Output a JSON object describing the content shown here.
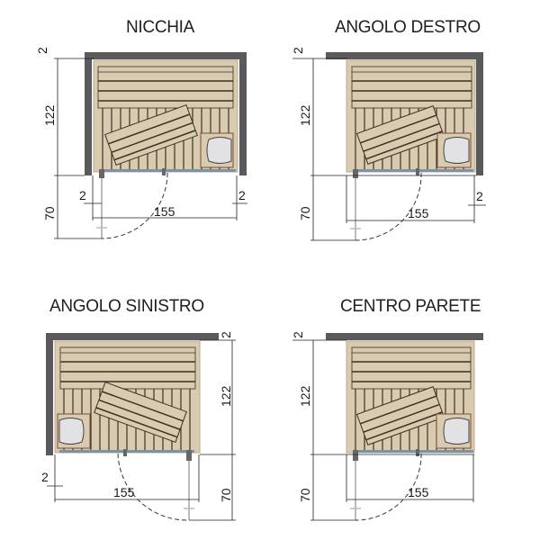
{
  "colors": {
    "wall": "#5a5a5c",
    "wood": "#d9cbb0",
    "wood_line": "#3b3024",
    "glass": "#7a93a6",
    "heater": "#e2e2e4",
    "dim_line": "#222222"
  },
  "panels": [
    {
      "title": "NICCHIA",
      "walls": [
        "left",
        "top",
        "right"
      ],
      "heater_side": "right",
      "dims": {
        "wall_offset": "2",
        "depth": "122",
        "door_swing": "70",
        "width": "155",
        "left_gap": "2",
        "right_gap": "2"
      }
    },
    {
      "title": "ANGOLO DESTRO",
      "walls": [
        "top",
        "right"
      ],
      "heater_side": "right",
      "dims": {
        "wall_offset": "2",
        "depth": "122",
        "door_swing": "70",
        "width": "155",
        "right_gap": "2"
      }
    },
    {
      "title": "ANGOLO SINISTRO",
      "walls": [
        "left",
        "top"
      ],
      "heater_side": "left",
      "dims": {
        "wall_offset": "2",
        "depth": "122",
        "door_swing": "70",
        "width": "155",
        "left_gap": "2"
      }
    },
    {
      "title": "CENTRO PARETE",
      "walls": [
        "top"
      ],
      "heater_side": "right",
      "dims": {
        "wall_offset": "2",
        "depth": "122",
        "door_swing": "70",
        "width": "155"
      }
    }
  ]
}
